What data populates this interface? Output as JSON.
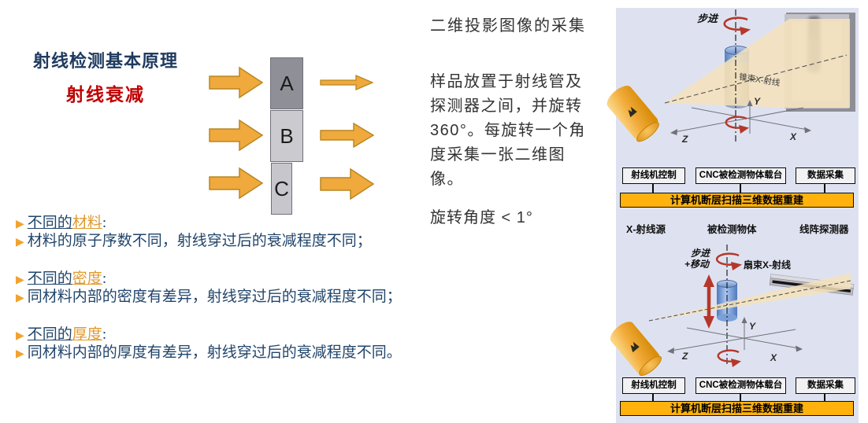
{
  "left": {
    "title": "射线检测基本原理",
    "subtitle": "射线衰减",
    "marker": "▶",
    "blocks": [
      "A",
      "B",
      "C"
    ],
    "bullets": [
      {
        "prefix": "不同的",
        "keyword": "材料",
        "suffix": ":",
        "detail": "材料的原子序数不同，射线穿过后的衰减程度不同；"
      },
      {
        "prefix": "不同的",
        "keyword": "密度",
        "suffix": ":",
        "detail": "同材料内部的密度有差异，射线穿过后的衰减程度不同；"
      },
      {
        "prefix": "不同的",
        "keyword": "厚度",
        "suffix": ":",
        "detail": "同材料内部的厚度有差异，射线穿过后的衰减程度不同。"
      }
    ]
  },
  "middle": {
    "heading": "二维投影图像的采集",
    "body": "样品放置于射线管及探测器之间，并旋转360°。每旋转一个角度采集一张二维图像。",
    "note": "旋转角度 < 1°"
  },
  "right": {
    "cone": {
      "step": "步进",
      "beam": "锥束X-射线",
      "axes": {
        "x": "X",
        "y": "Y",
        "z": "Z"
      },
      "boxes": [
        "射线机控制",
        "CNC被检测物体载台",
        "数据采集"
      ],
      "bar": "计算机断层扫描三维数据重建"
    },
    "labels": [
      "X-射线源",
      "被检测物体",
      "线阵探测器"
    ],
    "fan": {
      "step": "步进",
      "move": "+移动",
      "beam": "扇束X-射线",
      "axes": {
        "x": "X",
        "y": "Y",
        "z": "Z"
      },
      "boxes": [
        "射线机控制",
        "CNC被检测物体载台",
        "数据采集"
      ],
      "bar": "计算机断层扫描三维数据重建"
    }
  },
  "colors": {
    "accent_orange": "#EFA93C",
    "keyword_orange": "#E09A2F",
    "navy": "#1E3A5F",
    "red": "#C00000",
    "panel_bg": "#DEE2F0",
    "bar_orange": "#FFB20D",
    "rotation_red": "#B5372A"
  }
}
